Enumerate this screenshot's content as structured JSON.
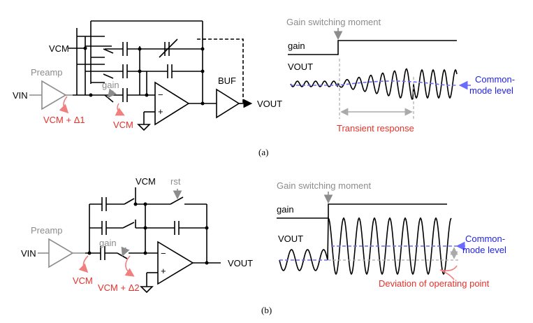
{
  "panel_a": {
    "caption": "(a)",
    "labels": {
      "vcm_left": "VCM",
      "preamp": "Preamp",
      "vin": "VIN",
      "gain": "gain",
      "buf": "BUF",
      "vout": "VOUT",
      "vcm_delta": "VCM + Δ1",
      "vcm_sw": "VCM",
      "minus": "−",
      "plus": "+"
    },
    "waveform": {
      "switch_label": "Gain switching moment",
      "gain_label": "gain",
      "vout_label": "VOUT",
      "cm_label_1": "Common-",
      "cm_label_2": "mode level",
      "transient_label": "Transient response"
    }
  },
  "panel_b": {
    "caption": "(b)",
    "labels": {
      "vcm_top": "VCM",
      "rst": "rst",
      "preamp": "Preamp",
      "vin": "VIN",
      "gain": "gain",
      "vout": "VOUT",
      "vcm_left": "VCM",
      "vcm_delta": "VCM + Δ2",
      "minus": "−",
      "plus": "+"
    },
    "waveform": {
      "switch_label": "Gain switching moment",
      "gain_label": "gain",
      "vout_label": "VOUT",
      "cm_label_1": "Common-",
      "cm_label_2": "mode level",
      "deviation_label": "Deviation of operating point"
    }
  },
  "colors": {
    "gray": "#8c8c8c",
    "red": "#e8302a",
    "blue": "#1f1fe6",
    "pink": "#f08080"
  }
}
